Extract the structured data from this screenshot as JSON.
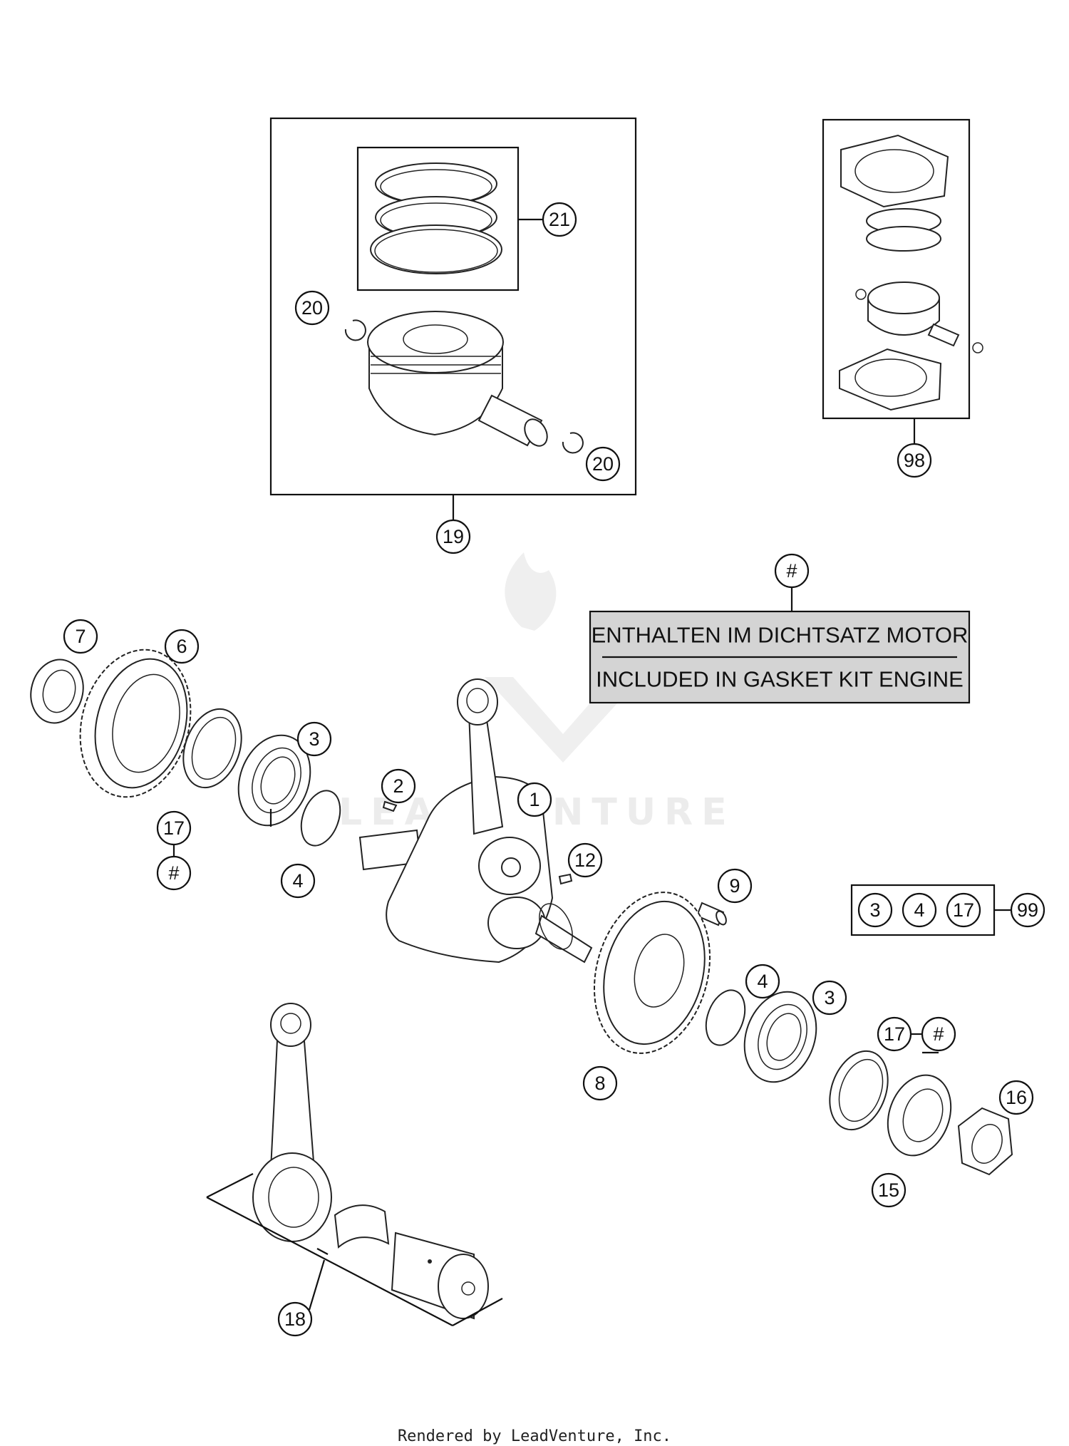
{
  "watermark": {
    "text": "LEADVENTURE"
  },
  "legend": {
    "marker": "#",
    "line_de": "ENTHALTEN IM DICHTSATZ MOTOR",
    "line_en": "INCLUDED IN GASKET KIT ENGINE",
    "box_color": "#d4d4d4"
  },
  "callouts": {
    "c1": "1",
    "c2": "2",
    "c3a": "3",
    "c3b": "3",
    "c4a": "4",
    "c4b": "4",
    "c6": "6",
    "c7": "7",
    "c8": "8",
    "c9": "9",
    "c12": "12",
    "c15": "15",
    "c16": "16",
    "c17a": "17",
    "c17b": "17",
    "c18": "18",
    "c19": "19",
    "c20a": "20",
    "c20b": "20",
    "c21": "21",
    "c98": "98",
    "c99": "99",
    "hash_a": "#",
    "hash_b": "#",
    "kit99_a": "3",
    "kit99_b": "4",
    "kit99_c": "17"
  },
  "footer": {
    "text": "Rendered by LeadVenture, Inc."
  }
}
